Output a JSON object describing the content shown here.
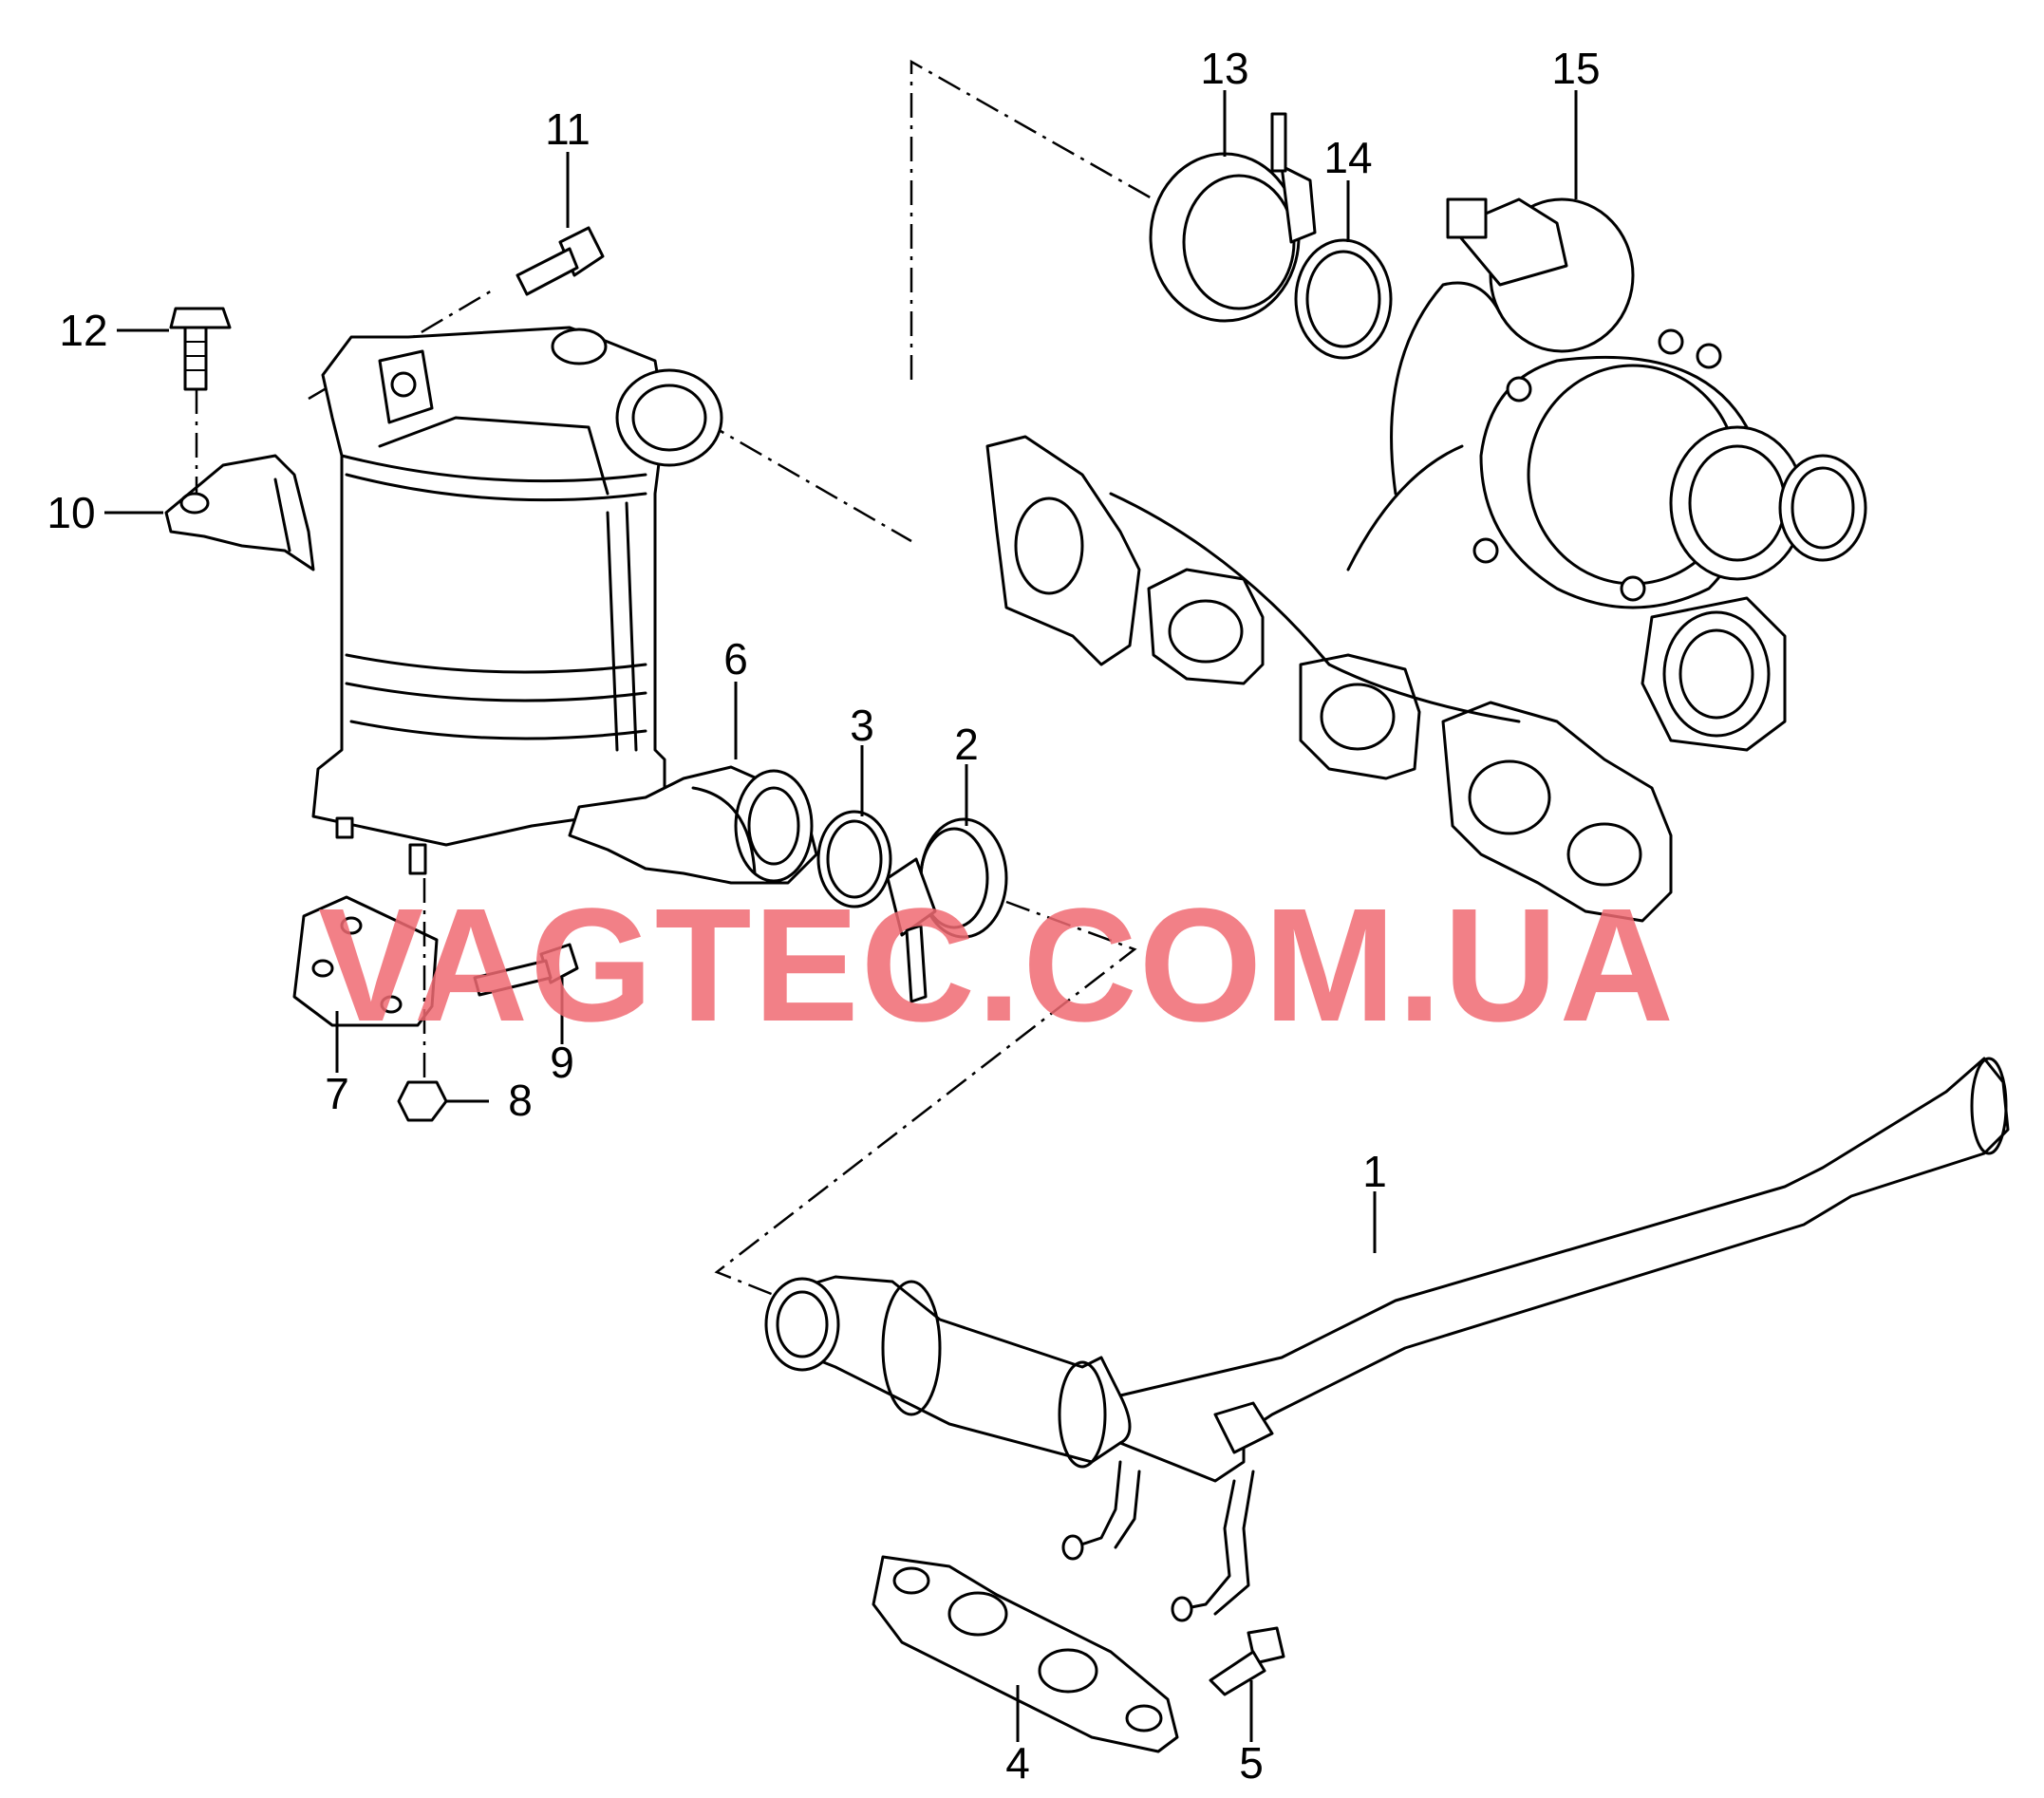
{
  "watermark": "VAGTEC.COM.UA",
  "callouts": [
    "1",
    "2",
    "3",
    "4",
    "5",
    "6",
    "7",
    "8",
    "9",
    "10",
    "11",
    "12",
    "13",
    "14",
    "15"
  ],
  "colors": {
    "line": "#000000",
    "watermark": "#f06a72",
    "background": "#ffffff"
  }
}
